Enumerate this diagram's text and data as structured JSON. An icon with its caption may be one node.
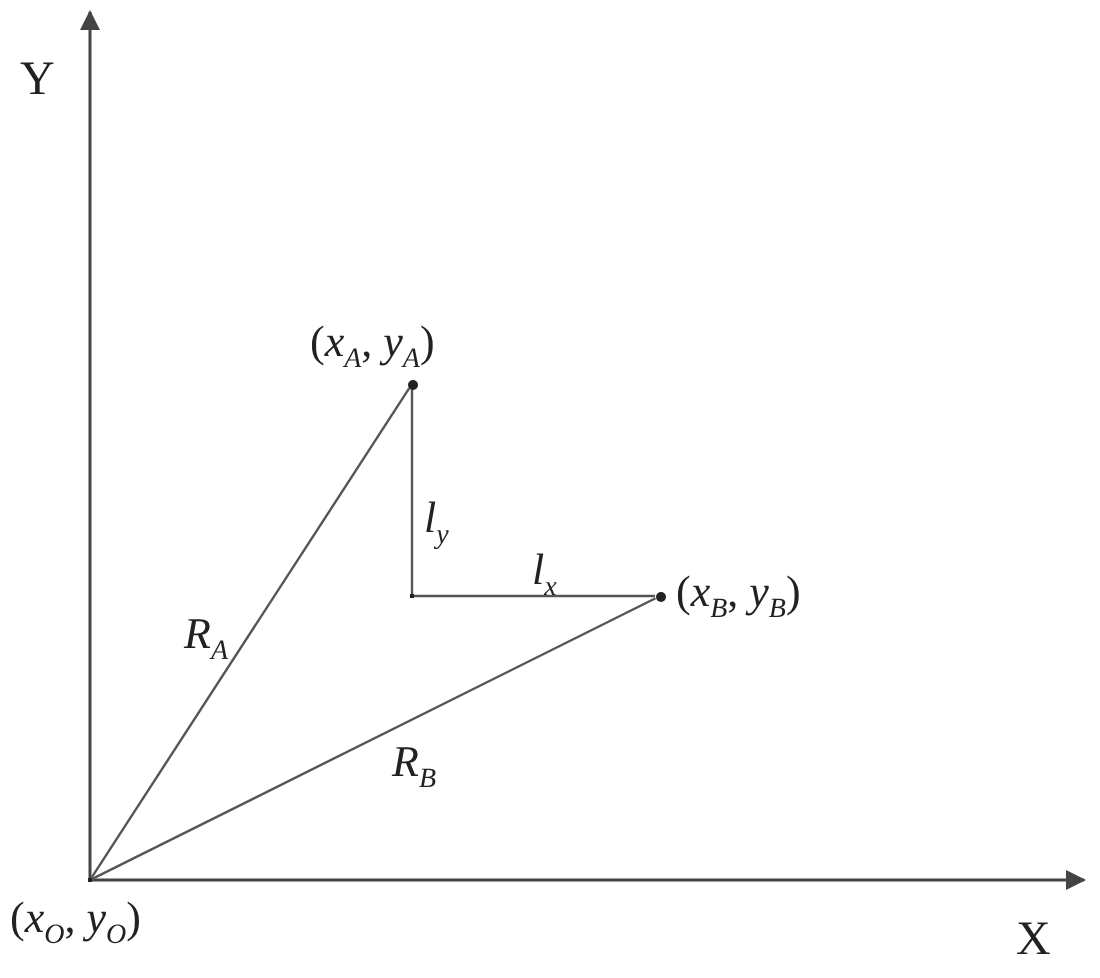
{
  "diagram": {
    "nodes": [
      {
        "text": [],
        "shape": "point",
        "beside": [
          "(*x*$_{O}$, *y*$_{O}$)"
        ]
      },
      {
        "text": [],
        "shape": "circle",
        "beside": [
          "(*x*$_{A}$, *y*$_{A}$)"
        ]
      },
      {
        "text": [],
        "shape": "circle",
        "beside": [
          "(*x*$_{B}$, *y*$_{B}$)"
        ]
      },
      {
        "text": [],
        "shape": "point"
      }
    ],
    "edges": [
      {
        "from": 0,
        "to": 1,
        "arrow": "none",
        "label": "R$_{A}$"
      },
      {
        "from": 0,
        "to": 2,
        "arrow": "none",
        "label": "R$_{B}$"
      },
      {
        "from": 1,
        "to": 3,
        "arrow": "none",
        "label": "l$_{y}$"
      },
      {
        "from": 3,
        "to": 2,
        "arrow": "none",
        "label": "l$_{x}$"
      }
    ],
    "labels": [
      "Y",
      "X"
    ]
  }
}
